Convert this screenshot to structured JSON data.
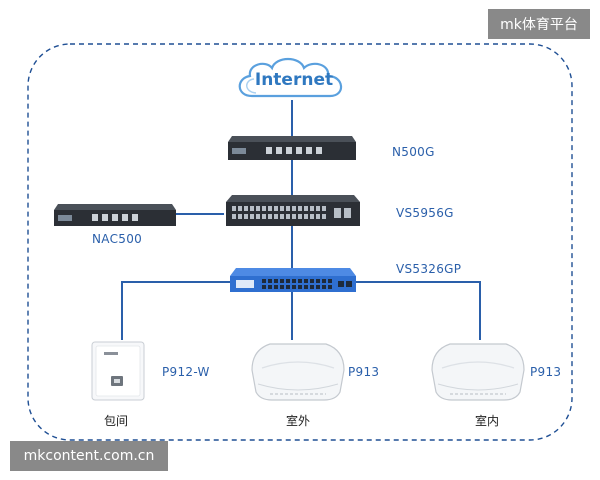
{
  "watermarks": {
    "top": "mk体育平台",
    "bottom": "mkcontent.com.cn"
  },
  "nodes": {
    "internet": "Internet",
    "n500g": "N500G",
    "vs5956g": "VS5956G",
    "nac500": "NAC500",
    "vs5326gp": "VS5326GP",
    "p912w": "P912-W",
    "p913_outdoor": "P913",
    "p913_indoor": "P913"
  },
  "places": {
    "room": "包间",
    "outdoor": "室外",
    "indoor": "室内"
  },
  "colors": {
    "link": "#2a5faa",
    "border": "#1f4f94",
    "router": "#2b2f35",
    "switch_blue": "#2f6fd0"
  }
}
